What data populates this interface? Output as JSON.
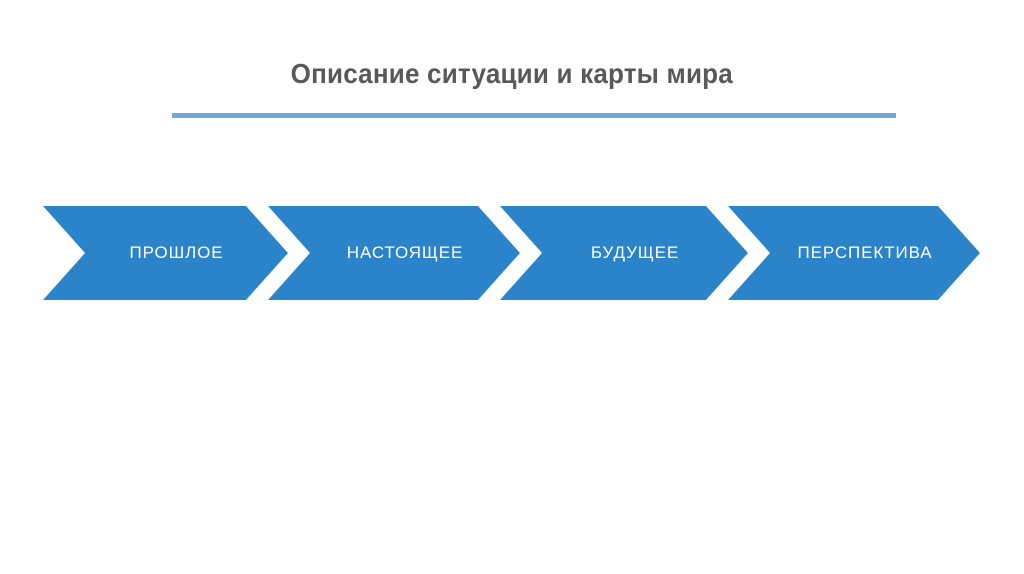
{
  "slide": {
    "background_color": "#FFFFFF",
    "title": "Описание ситуации и карты мира",
    "title_color": "#595959",
    "rule_color": "#6FA8DC"
  },
  "process": {
    "accent_color": "#2B83C9",
    "label_color": "#FFFFFF",
    "steps": [
      {
        "label": "ПРОШЛОЕ"
      },
      {
        "label": "НАСТОЯЩЕЕ"
      },
      {
        "label": "БУДУЩЕЕ"
      },
      {
        "label": "ПЕРСПЕКТИВА"
      }
    ]
  }
}
